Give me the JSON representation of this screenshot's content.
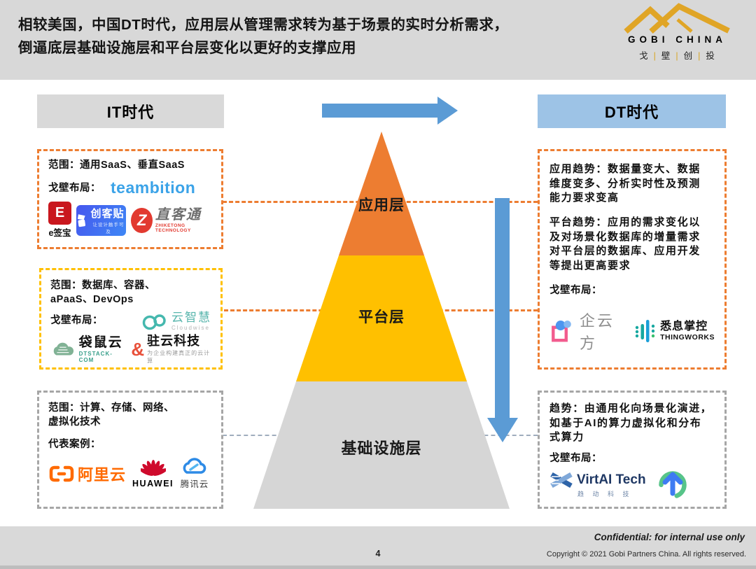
{
  "colors": {
    "band_gray": "#d8d8d8",
    "it_header": "#d9d9d9",
    "dt_header": "#9dc3e6",
    "arrow_blue": "#5B9BD5",
    "pyramid_app": "#ED7D31",
    "pyramid_platform": "#FFC000",
    "pyramid_infra": "#D6D6D6",
    "dash_orange": "#ED7D31",
    "dash_yellow": "#FFC000",
    "dash_gray": "#A6A6A6",
    "brand_gold": "#E0A526"
  },
  "header": {
    "title_line1": "相较美国，中国DT时代，应用层从管理需求转为基于场景的实时分析需求，",
    "title_line2": "倒逼底层基础设施层和平台层变化以更好的支撑应用",
    "brand_en": "GOBI CHINA",
    "brand_sep": "|",
    "brand_cn_chars": [
      "戈",
      "壁",
      "创",
      "投"
    ]
  },
  "eras": {
    "it": "IT时代",
    "dt": "DT时代"
  },
  "pyramid": {
    "app": "应用层",
    "platform": "平台层",
    "infra": "基础设施层"
  },
  "it": {
    "box_app": {
      "scope": "范围：通用SaaS、垂直SaaS",
      "layout_label": "戈壁布局：",
      "logos": {
        "teambition": "teambition",
        "esign_glyph": "E",
        "esign": "e签宝",
        "chuangkit": "创客贴",
        "chuangkit_sub": "让设计触手可及",
        "zhiketong_glyph": "Z",
        "zhiketong": "直客通",
        "zhiketong_sub": "ZHIKETONG TECHNOLOGY"
      }
    },
    "box_platform": {
      "scope": "范围：数据库、容器、\naPaaS、DevOps",
      "layout_label": "戈壁布局：",
      "logos": {
        "cloudwise": "云智慧",
        "cloudwise_sub": "Cloudwise",
        "dtstack": "袋鼠云",
        "dtstack_sub": "DTSTACK-COM",
        "zhuyun_glyph": "&",
        "zhuyun": "驻云科技",
        "zhuyun_sub": "为企业构建真正的云计算"
      }
    },
    "box_infra": {
      "scope": "范围：计算、存储、网络、\n虚拟化技术",
      "cases_label": "代表案例：",
      "logos": {
        "aliyun": "阿里云",
        "huawei": "HUAWEI",
        "tencent_cloud": "腾讯云"
      }
    }
  },
  "dt": {
    "box_trends": {
      "app_trend": "应用趋势：数据量变大、数据\n维度变多、分析实时性及预测\n能力要求变高",
      "platform_trend": "平台趋势：应用的需求变化以\n及对场景化数据库的增量需求\n对平台层的数据库、应用开发\n等提出更高要求",
      "layout_label": "戈壁布局：",
      "logos": {
        "qiyunfang": "企云方",
        "thingworks": "悉息掌控",
        "thingworks_sub": "THINGWORKS"
      }
    },
    "box_infra": {
      "trend": "趋势：由通用化向场景化演进，\n如基于AI的算力虚拟化和分布\n式算力",
      "layout_label": "戈壁布局：",
      "logos": {
        "virtai": "VirtAI Tech",
        "virtai_sub": "趋 动 科 技"
      }
    }
  },
  "footer": {
    "confidential": "Confidential: for internal use only",
    "copyright": "Copyright © 2021 Gobi Partners China.  All rights reserved.",
    "page": "4"
  }
}
